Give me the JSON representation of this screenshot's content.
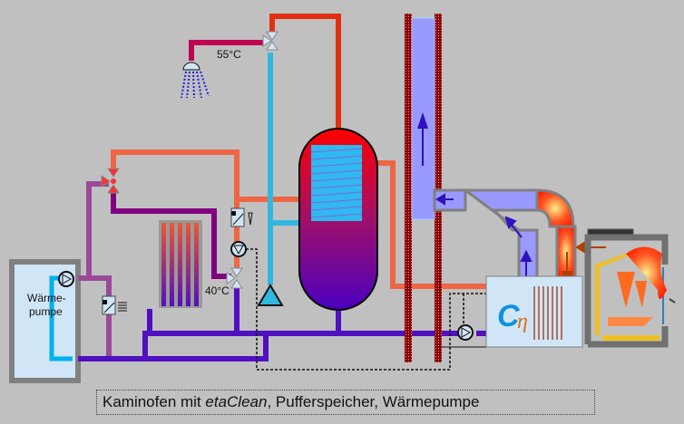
{
  "caption": {
    "prefix": "Kaminofen mit ",
    "brand": "etaClean",
    "suffix": ", Pufferspeicher, Wärmepumpe"
  },
  "labels": {
    "shower_temp": "55°C",
    "mixer_temp": "40°C",
    "heat_pump_line1": "Wärme-",
    "heat_pump_line2": "pumpe",
    "etaclean_logo": "Cη"
  },
  "colors": {
    "hot": "#e03010",
    "warm": "#ee6644",
    "return": "#5010c0",
    "cold": "#30b8e0",
    "heatpump": "#9a4a9a",
    "flue": "#9999ff",
    "background": "#c0c0c0"
  },
  "components": [
    "heat-pump",
    "buffer-tank",
    "radiator",
    "shower",
    "chimney",
    "stove",
    "etaclean-unit"
  ]
}
